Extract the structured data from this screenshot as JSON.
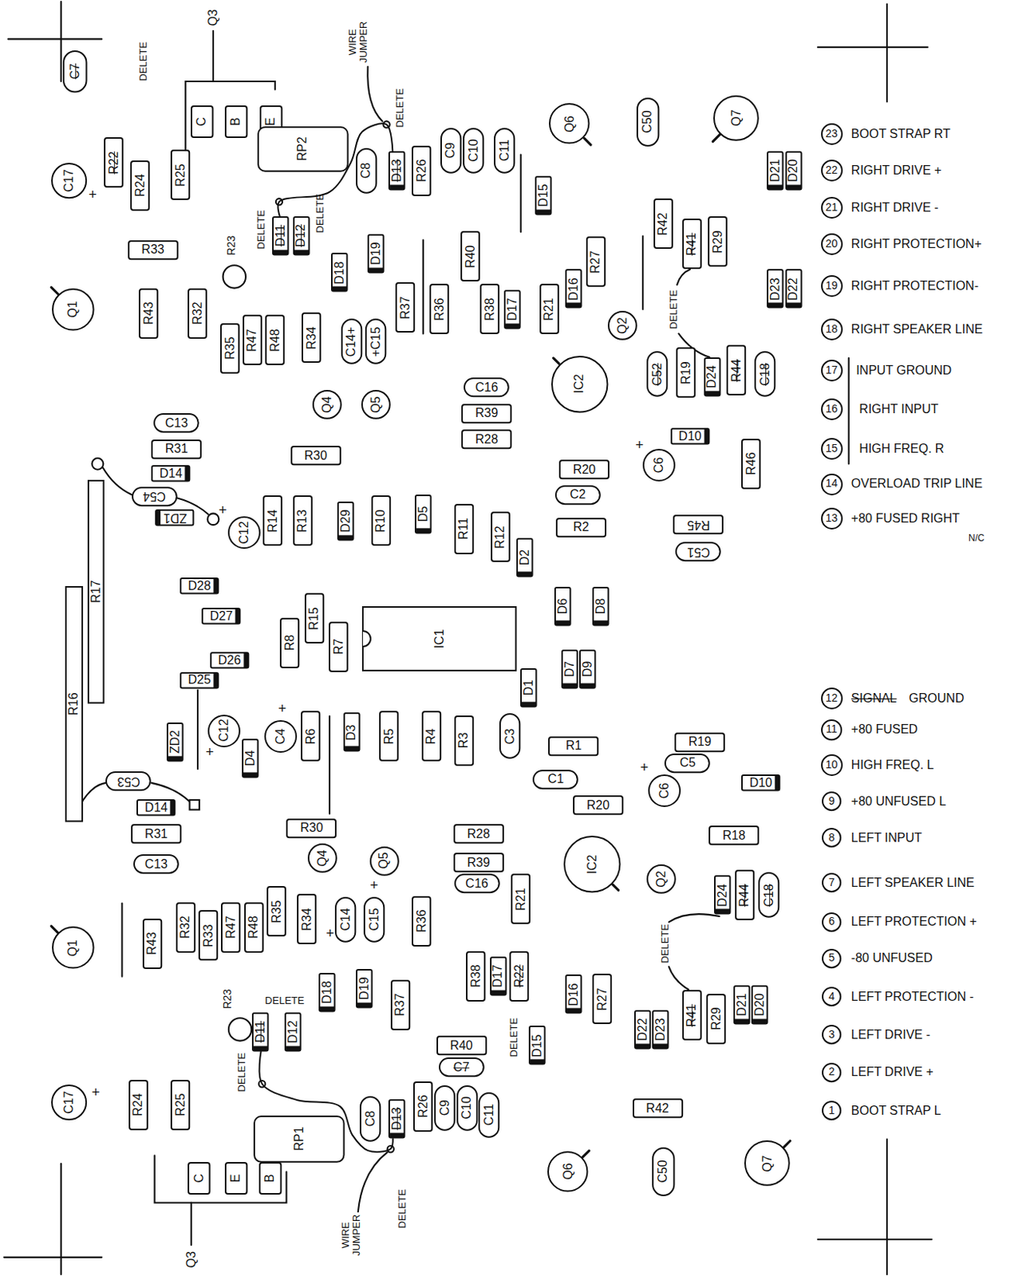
{
  "diagram": {
    "nodes": [
      {
        "text": [
          "C"
        ]
      },
      {
        "text": [
          "B"
        ]
      },
      {
        "text": [
          "E"
        ]
      },
      {
        "text": [
          "RP2"
        ]
      },
      {
        "text": [
          "C7"
        ]
      },
      {
        "text": [
          "R22"
        ]
      },
      {
        "text": [
          "R24"
        ]
      },
      {
        "text": [
          "C17"
        ]
      },
      {
        "text": [
          "R25"
        ]
      },
      {
        "text": [
          "R33"
        ]
      },
      {
        "text": [
          "Q1"
        ]
      },
      {
        "text": [
          "R43"
        ]
      },
      {
        "text": [
          "R32"
        ]
      },
      {
        "text": [
          "D11"
        ]
      },
      {
        "text": [
          "D12"
        ]
      },
      {
        "text": [
          "D18"
        ]
      },
      {
        "text": [
          "D19"
        ]
      },
      {
        "text": [
          "R35"
        ]
      },
      {
        "text": [
          "R47"
        ]
      },
      {
        "text": [
          "R48"
        ]
      },
      {
        "text": [
          "R34"
        ]
      },
      {
        "text": [
          "C14+"
        ]
      },
      {
        "text": [
          "+C15"
        ]
      },
      {
        "text": [
          "Q4"
        ]
      },
      {
        "text": [
          "Q5"
        ]
      },
      {
        "text": [
          "C8"
        ]
      },
      {
        "text": [
          "D13"
        ]
      },
      {
        "text": [
          "R26"
        ]
      },
      {
        "text": [
          "C9"
        ]
      },
      {
        "text": [
          "C10"
        ]
      },
      {
        "text": [
          "C11"
        ]
      },
      {
        "text": [
          "Q6"
        ]
      },
      {
        "text": [
          "C50"
        ]
      },
      {
        "text": [
          "Q7"
        ]
      },
      {
        "text": [
          "D15"
        ]
      },
      {
        "text": [
          "R37"
        ]
      },
      {
        "text": [
          "R36"
        ]
      },
      {
        "text": [
          "R40"
        ]
      },
      {
        "text": [
          "R38"
        ]
      },
      {
        "text": [
          "D17"
        ]
      },
      {
        "text": [
          "R21"
        ]
      },
      {
        "text": [
          "D16"
        ]
      },
      {
        "text": [
          "R27"
        ]
      },
      {
        "text": [
          "R42"
        ]
      },
      {
        "text": [
          "R41"
        ]
      },
      {
        "text": [
          "R29"
        ]
      },
      {
        "text": [
          "D21"
        ]
      },
      {
        "text": [
          "D20"
        ]
      },
      {
        "text": [
          "D23"
        ]
      },
      {
        "text": [
          "D22"
        ]
      },
      {
        "text": [
          "Q2"
        ]
      },
      {
        "text": [
          "C52"
        ]
      },
      {
        "text": [
          "R19"
        ]
      },
      {
        "text": [
          "D24"
        ]
      },
      {
        "text": [
          "R44"
        ]
      },
      {
        "text": [
          "C18"
        ]
      },
      {
        "text": [
          "C16"
        ]
      },
      {
        "text": [
          "R39"
        ]
      },
      {
        "text": [
          "R28"
        ]
      },
      {
        "text": [
          "IC2"
        ]
      },
      {
        "text": [
          "D10"
        ]
      },
      {
        "text": [
          "C6"
        ]
      },
      {
        "text": [
          "R46"
        ]
      },
      {
        "text": [
          "R20"
        ]
      },
      {
        "text": [
          "C2"
        ]
      },
      {
        "text": [
          "R2"
        ]
      },
      {
        "text": [
          "R45"
        ]
      },
      {
        "text": [
          "C51"
        ]
      },
      {
        "text": [
          "C13"
        ]
      },
      {
        "text": [
          "R31"
        ]
      },
      {
        "text": [
          "D14"
        ]
      },
      {
        "text": [
          "C54"
        ]
      },
      {
        "text": [
          "ZD1"
        ]
      },
      {
        "text": [
          "R30"
        ]
      },
      {
        "text": [
          "C12"
        ]
      },
      {
        "text": [
          "R14"
        ]
      },
      {
        "text": [
          "R13"
        ]
      },
      {
        "text": [
          "D29"
        ]
      },
      {
        "text": [
          "R10"
        ]
      },
      {
        "text": [
          "D5"
        ]
      },
      {
        "text": [
          "R11"
        ]
      },
      {
        "text": [
          "R12"
        ]
      },
      {
        "text": [
          "D2"
        ]
      },
      {
        "text": [
          "D6"
        ]
      },
      {
        "text": [
          "D8"
        ]
      },
      {
        "text": [
          "R17"
        ]
      },
      {
        "text": [
          "R16"
        ]
      },
      {
        "text": [
          "D28"
        ]
      },
      {
        "text": [
          "D27"
        ]
      },
      {
        "text": [
          "D26"
        ]
      },
      {
        "text": [
          "D25"
        ]
      },
      {
        "text": [
          "R8"
        ]
      },
      {
        "text": [
          "R15"
        ]
      },
      {
        "text": [
          "R7"
        ]
      },
      {
        "text": [
          "IC1"
        ]
      },
      {
        "text": [
          "D1"
        ]
      },
      {
        "text": [
          "D7"
        ]
      },
      {
        "text": [
          "D9"
        ]
      },
      {
        "text": [
          "ZD2"
        ]
      },
      {
        "text": [
          "C12"
        ]
      },
      {
        "text": [
          "D4"
        ]
      },
      {
        "text": [
          "C4"
        ]
      },
      {
        "text": [
          "R6"
        ]
      },
      {
        "text": [
          "D3"
        ]
      },
      {
        "text": [
          "R5"
        ]
      },
      {
        "text": [
          "R4"
        ]
      },
      {
        "text": [
          "R3"
        ]
      },
      {
        "text": [
          "C3"
        ]
      },
      {
        "text": [
          "R1"
        ]
      },
      {
        "text": [
          "C1"
        ]
      },
      {
        "text": [
          "R20"
        ]
      },
      {
        "text": [
          "R19"
        ]
      },
      {
        "text": [
          "C5"
        ]
      },
      {
        "text": [
          "D10"
        ]
      },
      {
        "text": [
          "C6"
        ]
      },
      {
        "text": [
          "R18"
        ]
      },
      {
        "text": [
          "C53"
        ]
      },
      {
        "text": [
          "D14"
        ]
      },
      {
        "text": [
          "R31"
        ]
      },
      {
        "text": [
          "C13"
        ]
      },
      {
        "text": [
          "R30"
        ]
      },
      {
        "text": [
          "Q4"
        ]
      },
      {
        "text": [
          "Q5"
        ]
      },
      {
        "text": [
          "R28"
        ]
      },
      {
        "text": [
          "R39"
        ]
      },
      {
        "text": [
          "C16"
        ]
      },
      {
        "text": [
          "IC2"
        ]
      },
      {
        "text": [
          "Q2"
        ]
      },
      {
        "text": [
          "D24"
        ]
      },
      {
        "text": [
          "R44"
        ]
      },
      {
        "text": [
          "C18"
        ]
      },
      {
        "text": [
          "Q1"
        ]
      },
      {
        "text": [
          "R43"
        ]
      },
      {
        "text": [
          "R32"
        ]
      },
      {
        "text": [
          "R33"
        ]
      },
      {
        "text": [
          "R47"
        ]
      },
      {
        "text": [
          "R48"
        ]
      },
      {
        "text": [
          "R35"
        ]
      },
      {
        "text": [
          "R34"
        ]
      },
      {
        "text": [
          "C14"
        ]
      },
      {
        "text": [
          "C15"
        ]
      },
      {
        "text": [
          "R36"
        ]
      },
      {
        "text": [
          "R21"
        ]
      },
      {
        "text": [
          "D18"
        ]
      },
      {
        "text": [
          "D19"
        ]
      },
      {
        "text": [
          "R37"
        ]
      },
      {
        "text": [
          "R38"
        ]
      },
      {
        "text": [
          "D17"
        ]
      },
      {
        "text": [
          "R22"
        ]
      },
      {
        "text": [
          "D16"
        ]
      },
      {
        "text": [
          "R27"
        ]
      },
      {
        "text": [
          "R40"
        ]
      },
      {
        "text": [
          "C7"
        ]
      },
      {
        "text": [
          "D15"
        ]
      },
      {
        "text": [
          "D22"
        ]
      },
      {
        "text": [
          "D23"
        ]
      },
      {
        "text": [
          "R41"
        ]
      },
      {
        "text": [
          "R29"
        ]
      },
      {
        "text": [
          "D21"
        ]
      },
      {
        "text": [
          "D20"
        ]
      },
      {
        "text": [
          "D11"
        ]
      },
      {
        "text": [
          "D12"
        ]
      },
      {
        "text": [
          "C17"
        ]
      },
      {
        "text": [
          "R24"
        ]
      },
      {
        "text": [
          "R25"
        ]
      },
      {
        "text": [
          "RP1"
        ]
      },
      {
        "text": [
          "C8"
        ]
      },
      {
        "text": [
          "D13"
        ]
      },
      {
        "text": [
          "R26"
        ]
      },
      {
        "text": [
          "C9"
        ]
      },
      {
        "text": [
          "C10"
        ]
      },
      {
        "text": [
          "C11"
        ]
      },
      {
        "text": [
          "C"
        ]
      },
      {
        "text": [
          "E"
        ]
      },
      {
        "text": [
          "B"
        ]
      },
      {
        "text": [
          "Q6"
        ]
      },
      {
        "text": [
          "R42"
        ]
      },
      {
        "text": [
          "C50"
        ]
      },
      {
        "text": [
          "Q7"
        ]
      },
      {
        "text": [
          "23"
        ]
      },
      {
        "text": [
          "22"
        ]
      },
      {
        "text": [
          "21"
        ]
      },
      {
        "text": [
          "20"
        ]
      },
      {
        "text": [
          "19"
        ]
      },
      {
        "text": [
          "18"
        ]
      },
      {
        "text": [
          "17"
        ]
      },
      {
        "text": [
          "16"
        ]
      },
      {
        "text": [
          "15"
        ]
      },
      {
        "text": [
          "14"
        ]
      },
      {
        "text": [
          "13"
        ]
      },
      {
        "text": [
          "12"
        ]
      },
      {
        "text": [
          "11"
        ]
      },
      {
        "text": [
          "10"
        ]
      },
      {
        "text": [
          "9"
        ]
      },
      {
        "text": [
          "8"
        ]
      },
      {
        "text": [
          "7"
        ]
      },
      {
        "text": [
          "6"
        ]
      },
      {
        "text": [
          "5"
        ]
      },
      {
        "text": [
          "4"
        ]
      },
      {
        "text": [
          "3"
        ]
      },
      {
        "text": [
          "2"
        ]
      },
      {
        "text": [
          "1"
        ]
      }
    ],
    "edges": [
      {
        "from": 13,
        "to": 26,
        "arrow": "none"
      },
      {
        "from": 160,
        "to": 167,
        "arrow": "none"
      }
    ],
    "labels": [
      "Q3",
      "DELETE",
      "WIRE JUMPER",
      "DELETE",
      "DELETE",
      "DELETE",
      "R23",
      "+",
      "DELETE",
      "+",
      "+",
      "+",
      "+",
      "+",
      "+",
      "+",
      "+",
      "R23",
      "DELETE",
      "DELETE",
      "DELETE",
      "DELETE",
      "DELETE",
      "WIRE JUMPER",
      "Q3",
      "BOOT STRAP RT",
      "RIGHT DRIVE +",
      "RIGHT DRIVE -",
      "RIGHT PROTECTION+",
      "RIGHT PROTECTION-",
      "RIGHT SPEAKER LINE",
      "INPUT GROUND",
      "RIGHT INPUT",
      "HIGH FREQ. R",
      "OVERLOAD TRIP LINE",
      "+80 FUSED RIGHT",
      "N/C",
      "SIGNAL",
      "GROUND",
      "+80 FUSED",
      "HIGH FREQ. L",
      "+80 UNFUSED L",
      "LEFT INPUT",
      "LEFT SPEAKER LINE",
      "LEFT PROTECTION +",
      "-80 UNFUSED",
      "LEFT PROTECTION -",
      "LEFT DRIVE -",
      "LEFT DRIVE +",
      "BOOT STRAP L"
    ]
  }
}
